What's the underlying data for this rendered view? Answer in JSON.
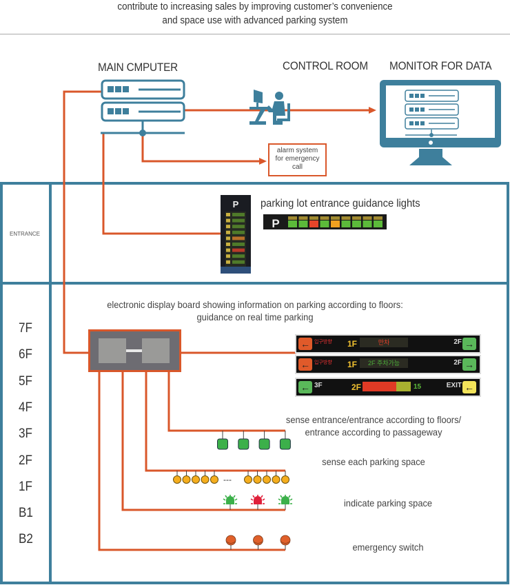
{
  "header": {
    "line1": "contribute to increasing sales by improving customer’s convenience",
    "line2": "and space use with advanced parking system"
  },
  "top": {
    "main_computer_label": "MAIN CMPUTER",
    "control_room_label": "CONTROL ROOM",
    "monitor_label": "MONITOR FOR DATA",
    "alarm_box": [
      "alarm system",
      "for emergency",
      "call"
    ]
  },
  "entrance": {
    "section_label": "ENTRANCE",
    "guidance_lights_label": "parking lot entrance guidance lights",
    "horizontal_sign": {
      "letter": "P",
      "cells": [
        "green",
        "green",
        "red",
        "green",
        "orange",
        "green",
        "green",
        "green",
        "green"
      ]
    },
    "vertical_sign": {
      "letter": "P",
      "rows": [
        "green",
        "green",
        "green",
        "green",
        "orange",
        "green",
        "red",
        "green",
        "green"
      ]
    }
  },
  "floors": {
    "labels": [
      "7F",
      "6F",
      "5F",
      "4F",
      "3F",
      "2F",
      "1F",
      "B1",
      "B2"
    ],
    "board_caption_line1": "electronic display board showing information on parking according to floors:",
    "board_caption_line2": "guidance on real time parking",
    "signs": [
      {
        "left_arrow": "←",
        "left_arrow_color": "#e05a2a",
        "left_text": "입구방향",
        "floor": "1F",
        "panel_text": "만차",
        "panel_color": "#e8402a",
        "right_label": "2F",
        "right_arrow": "→",
        "right_arrow_color": "#5ab85a"
      },
      {
        "left_arrow": "←",
        "left_arrow_color": "#e05a2a",
        "left_text": "입구방향",
        "floor": "1F",
        "panel_text": "2F 주차가능",
        "panel_color": "#4caf3a",
        "right_label": "2F",
        "right_arrow": "→",
        "right_arrow_color": "#5ab85a"
      },
      {
        "left_arrow": "←",
        "left_arrow_color": "#5ab85a",
        "left_label": "3F",
        "floor": "2F",
        "occupancy_fraction": 0.7,
        "count": "15",
        "right_label": "EXIT",
        "right_arrow": "←",
        "right_arrow_color": "#f2e35a"
      }
    ],
    "sensor_rows": [
      {
        "label_line1": "sense entrance/entrance according to floors/",
        "label_line2": "entrance according to passageway",
        "device": "green-square-sensor",
        "count": 4
      },
      {
        "label_line1": "sense each parking space",
        "device": "yellow-circle-sensor",
        "count_left": 5,
        "count_right": 5,
        "ellipsis": "---"
      },
      {
        "label_line1": "indicate parking space",
        "device": "indicator-light",
        "states": [
          "green",
          "red",
          "green"
        ]
      },
      {
        "label_line1": "emergency switch",
        "device": "emergency-button",
        "count": 3
      }
    ]
  },
  "colors": {
    "frame_blue": "#3e7f9c",
    "wire_orange": "#d9572a",
    "icon_blue": "#3e7f9c"
  }
}
